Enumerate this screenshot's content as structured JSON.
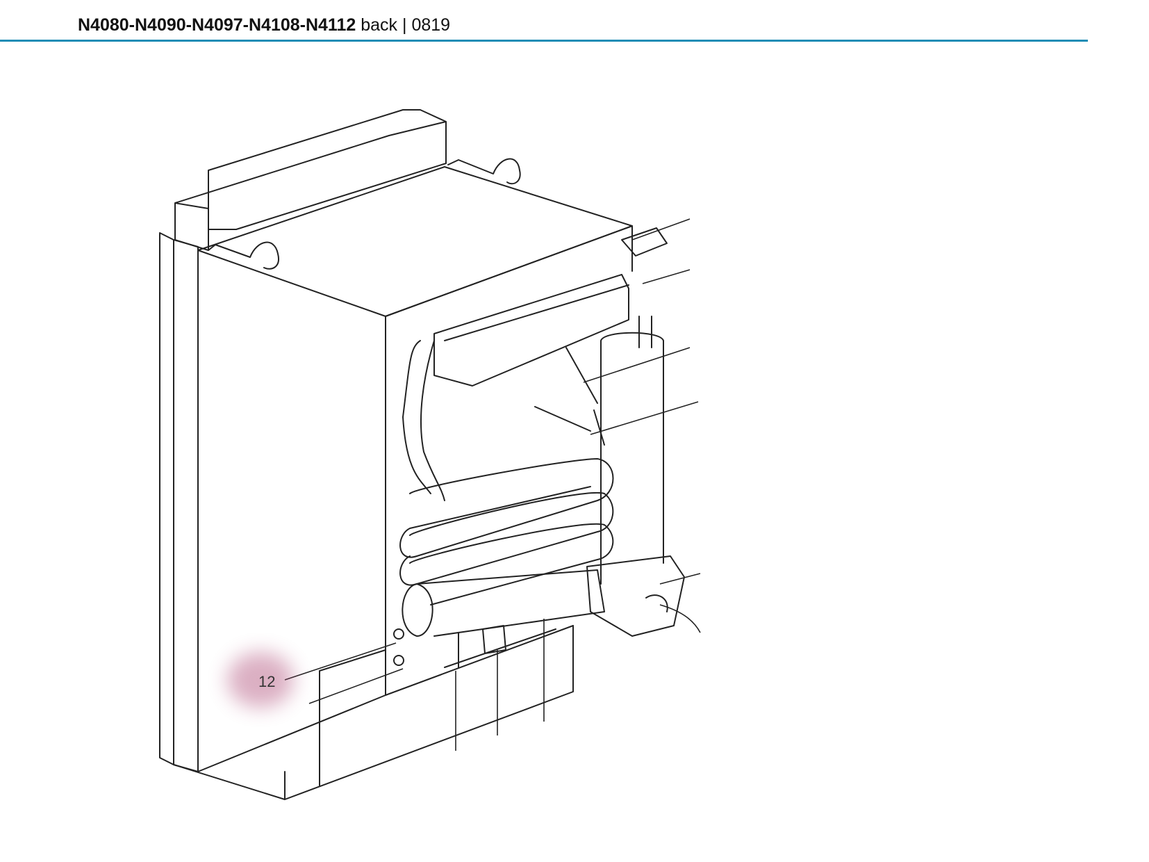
{
  "header": {
    "model_codes": "N4080-N4090-N4097-N4108-N4112",
    "view": "back",
    "separator": "|",
    "revision": "0819"
  },
  "diagram": {
    "callouts": [
      {
        "label": "12",
        "highlighted": true,
        "highlight_color": "#b0507a"
      }
    ]
  },
  "colors": {
    "rule": "#1f8db5",
    "line_art": "#222222"
  }
}
